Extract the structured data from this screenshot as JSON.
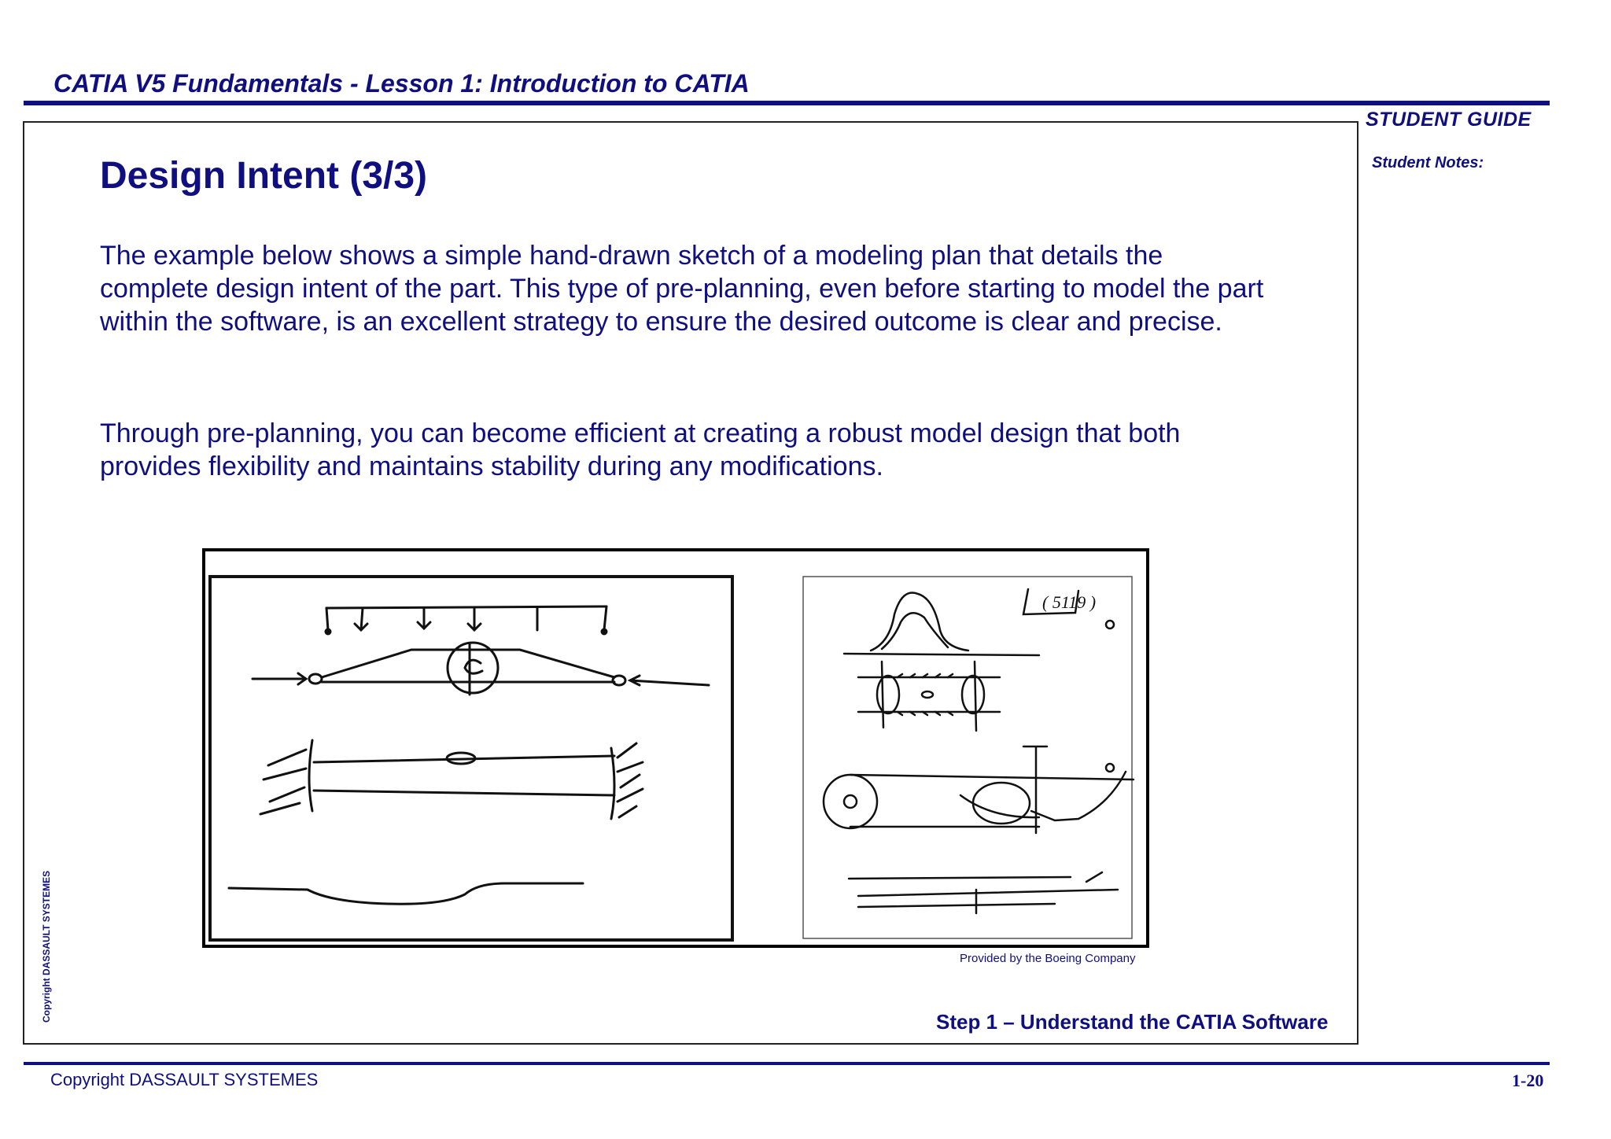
{
  "header": {
    "course_title": "CATIA V5 Fundamentals - Lesson 1: Introduction to CATIA",
    "student_guide": "STUDENT GUIDE",
    "student_notes": "Student Notes:"
  },
  "slide": {
    "title": "Design Intent  (3/3)",
    "paragraphs": [
      "The example below shows a simple hand-drawn sketch of a modeling plan that details the complete design intent of the part. This type of pre-planning, even before starting to model the part within the software, is an excellent strategy to ensure the desired outcome is clear and precise.",
      "Through pre-planning, you can become efficient at creating a robust model design that both provides flexibility and maintains stability during any modifications."
    ],
    "image_credit": "Provided by the Boeing Company",
    "step_label": "Step 1 – Understand the CATIA Software",
    "side_copyright": "Copyright DASSAULT SYSTEMES"
  },
  "footer": {
    "copyright": "Copyright DASSAULT SYSTEMES",
    "page_number": "1-20"
  },
  "colors": {
    "primary_navy": "#0f0f80",
    "frame_border": "#222222"
  },
  "icons": {
    "sketch_left": "hand-drawn-sketch-beam-loads",
    "sketch_right": "hand-drawn-sketch-part-views"
  }
}
